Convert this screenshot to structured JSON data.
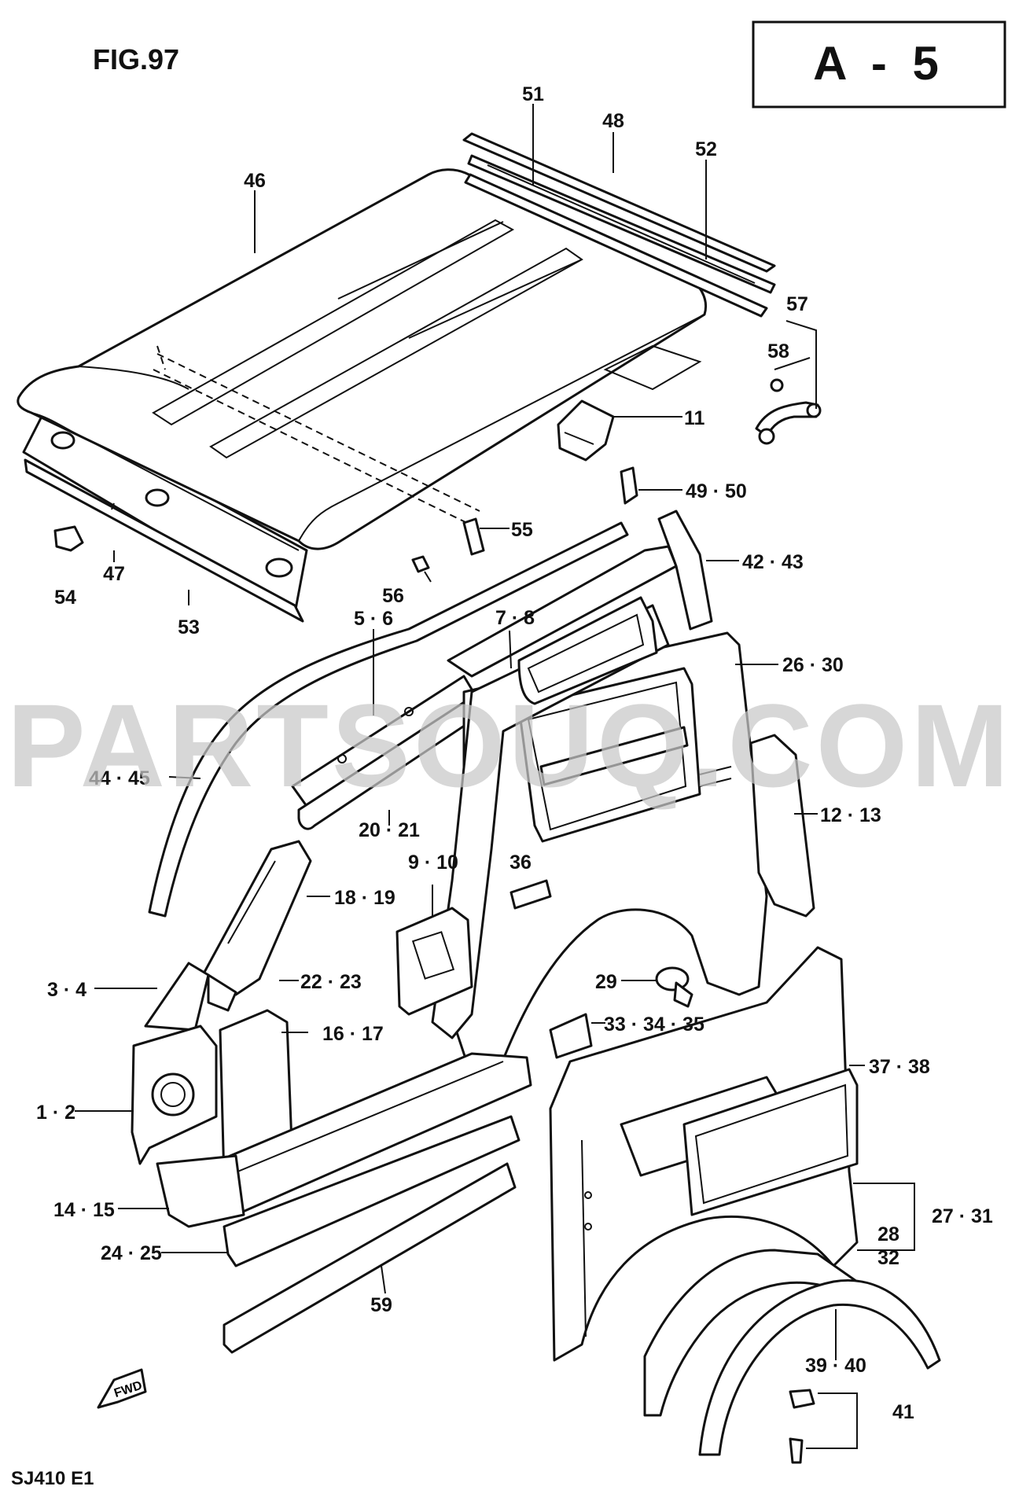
{
  "figure": {
    "title": "FIG.97",
    "section_code": "A - 5",
    "model_code": "SJ410 E1",
    "watermark": "PARTSOUQ.COM",
    "direction_label": "FWD"
  },
  "callouts": [
    {
      "id": "c46",
      "text": "46"
    },
    {
      "id": "c51",
      "text": "51"
    },
    {
      "id": "c48",
      "text": "48"
    },
    {
      "id": "c52",
      "text": "52"
    },
    {
      "id": "c57",
      "text": "57"
    },
    {
      "id": "c58",
      "text": "58"
    },
    {
      "id": "c11",
      "text": "11"
    },
    {
      "id": "c4950",
      "text": "49 · 50"
    },
    {
      "id": "c55",
      "text": "55"
    },
    {
      "id": "c4243",
      "text": "42 · 43"
    },
    {
      "id": "c54",
      "text": "54"
    },
    {
      "id": "c47",
      "text": "47"
    },
    {
      "id": "c53",
      "text": "53"
    },
    {
      "id": "c56",
      "text": "56"
    },
    {
      "id": "c56b",
      "text": "5 · 6"
    },
    {
      "id": "c78",
      "text": "7 · 8"
    },
    {
      "id": "c2630",
      "text": "26 · 30"
    },
    {
      "id": "c4445",
      "text": "44 · 45"
    },
    {
      "id": "c2021",
      "text": "20 · 21"
    },
    {
      "id": "c1213",
      "text": "12 · 13"
    },
    {
      "id": "c910",
      "text": "9 · 10"
    },
    {
      "id": "c36",
      "text": "36"
    },
    {
      "id": "c1819",
      "text": "18 · 19"
    },
    {
      "id": "c34",
      "text": "3 · 4"
    },
    {
      "id": "c2223",
      "text": "22 · 23"
    },
    {
      "id": "c29",
      "text": "29"
    },
    {
      "id": "c1617",
      "text": "16 · 17"
    },
    {
      "id": "c333435",
      "text": "33 · 34 · 35"
    },
    {
      "id": "c3738",
      "text": "37 · 38"
    },
    {
      "id": "c12",
      "text": "1 · 2"
    },
    {
      "id": "c1415",
      "text": "14 · 15"
    },
    {
      "id": "c2731",
      "text": "27 · 31"
    },
    {
      "id": "c2425",
      "text": "24 · 25"
    },
    {
      "id": "c28",
      "text": "28"
    },
    {
      "id": "c32",
      "text": "32"
    },
    {
      "id": "c59",
      "text": "59"
    },
    {
      "id": "c3940",
      "text": "39 · 40"
    },
    {
      "id": "c41",
      "text": "41"
    }
  ]
}
